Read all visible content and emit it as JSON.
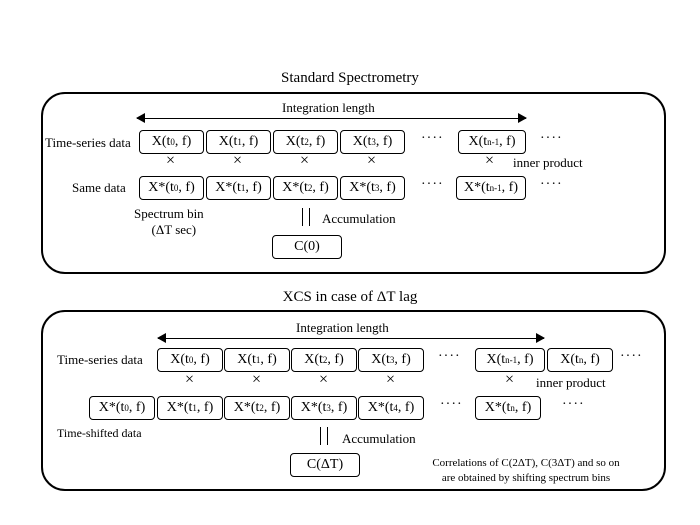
{
  "std": {
    "title": "Standard Spectrometry",
    "integration": "Integration length",
    "row1_label": "Time-series data",
    "row2_label": "Same data",
    "row1": [
      {
        "a": "X(t",
        "s": "0",
        "b": ", f)"
      },
      {
        "a": "X(t",
        "s": "1",
        "b": ", f)"
      },
      {
        "a": "X(t",
        "s": "2",
        "b": ", f)"
      },
      {
        "a": "X(t",
        "s": "3",
        "b": ", f)"
      },
      {
        "a": "X(t",
        "s": "n-1",
        "b": ", f)"
      }
    ],
    "row2": [
      {
        "a": "X*(t",
        "s": "0",
        "b": ", f)"
      },
      {
        "a": "X*(t",
        "s": "1",
        "b": ", f)"
      },
      {
        "a": "X*(t",
        "s": "2",
        "b": ", f)"
      },
      {
        "a": "X*(t",
        "s": "3",
        "b": ", f)"
      },
      {
        "a": "X*(t",
        "s": "n-1",
        "b": ", f)"
      }
    ],
    "dots": "····",
    "times": "×",
    "inner_product": "inner product",
    "spectrum_bin_1": "Spectrum bin",
    "spectrum_bin_2": "(ΔT sec)",
    "accumulation": "Accumulation",
    "result": "C(0)"
  },
  "xcs": {
    "title": "XCS in case of ΔT lag",
    "integration": "Integration length",
    "row1_label": "Time-series data",
    "row2_label": "Time-shifted data",
    "row1": [
      {
        "a": "X(t",
        "s": "0",
        "b": ", f)"
      },
      {
        "a": "X(t",
        "s": "1",
        "b": ", f)"
      },
      {
        "a": "X(t",
        "s": "2",
        "b": ", f)"
      },
      {
        "a": "X(t",
        "s": "3",
        "b": ", f)"
      },
      {
        "a": "X(t",
        "s": "n-1",
        "b": ", f)"
      },
      {
        "a": "X(t",
        "s": "n",
        "b": ", f)"
      }
    ],
    "row2": [
      {
        "a": "X*(t",
        "s": "0",
        "b": ", f)"
      },
      {
        "a": "X*(t",
        "s": "1",
        "b": ", f)"
      },
      {
        "a": "X*(t",
        "s": "2",
        "b": ", f)"
      },
      {
        "a": "X*(t",
        "s": "3",
        "b": ", f)"
      },
      {
        "a": "X*(t",
        "s": "4",
        "b": ", f)"
      },
      {
        "a": "X*(t",
        "s": "n",
        "b": ", f)"
      }
    ],
    "dots": "····",
    "times": "×",
    "inner_product": "inner product",
    "accumulation": "Accumulation",
    "result": "C(ΔT)",
    "note_1": "Correlations of C(2ΔT), C(3ΔT) and so on",
    "note_2": "are obtained by shifting spectrum bins"
  }
}
